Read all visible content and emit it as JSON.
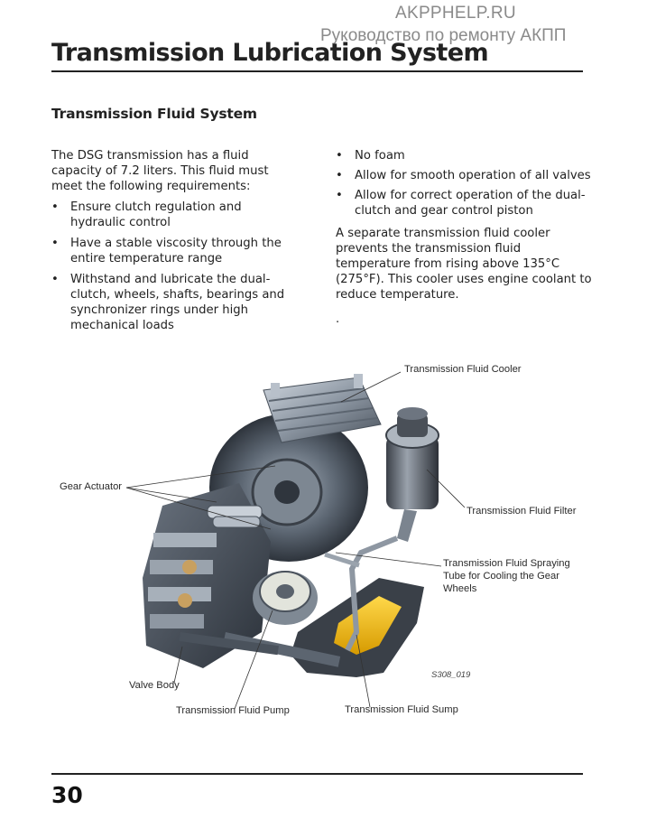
{
  "watermark": {
    "line1": "AKPPHELP.RU",
    "line2": "Руководство по ремонту АКПП"
  },
  "title": "Transmission Lubrication System",
  "subtitle": "Transmission Fluid System",
  "left_column": {
    "intro": "The DSG transmission has a fluid capacity of 7.2 liters.  This fluid must meet the following requirements:",
    "bullets": [
      "Ensure clutch regulation and hydraulic control",
      "Have a stable viscosity through the entire temperature range",
      "Withstand and lubricate the dual-clutch, wheels, shafts, bearings and synchronizer rings under high mechanical loads"
    ]
  },
  "right_column": {
    "bullets": [
      "No foam",
      "Allow for smooth operation of all valves",
      "Allow for correct operation of the dual-clutch and gear control piston"
    ],
    "paragraph": "A separate transmission fluid cooler prevents the transmission fluid temperature from rising above 135°C (275°F).  This cooler uses engine coolant to reduce temperature.",
    "trailing": "."
  },
  "bullet_symbol": "•",
  "figure": {
    "labels": {
      "cooler": "Transmission Fluid Cooler",
      "gear_actuator": "Gear Actuator",
      "filter": "Transmission Fluid Filter",
      "spraying_tube": "Transmission Fluid Spraying Tube for Cooling the Gear Wheels",
      "valve_body": "Valve Body",
      "pump": "Transmission Fluid Pump",
      "sump": "Transmission Fluid Sump"
    },
    "ref": "S308_019"
  },
  "page_number": "30",
  "colors": {
    "text": "#222222",
    "watermark": "#8a8a8a",
    "rule": "#222222",
    "sump_highlight": "#f0c020"
  }
}
